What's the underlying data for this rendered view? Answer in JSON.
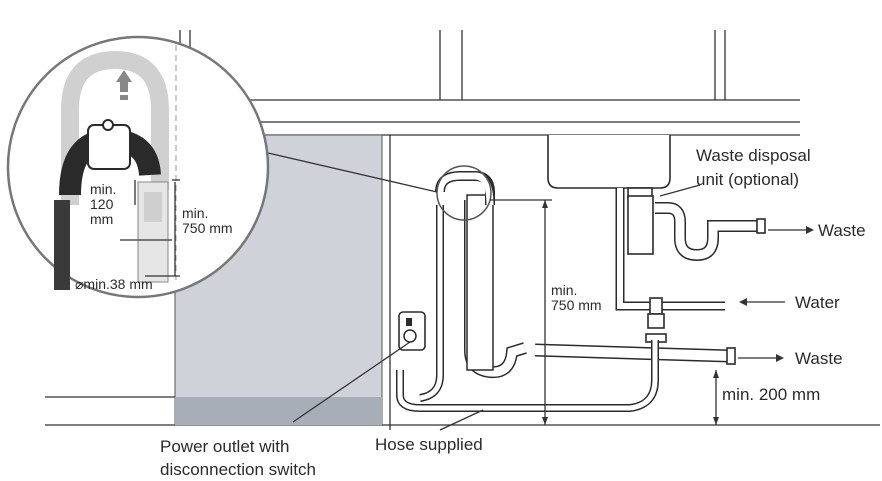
{
  "labels": {
    "waste_disposal_line1": "Waste disposal",
    "waste_disposal_line2": "unit (optional)",
    "waste_top": "Waste",
    "water": "Water",
    "waste_bottom": "Waste",
    "min_200": "min. 200 mm",
    "min_750_main_1": "min.",
    "min_750_main_2": "750 mm",
    "hose_supplied": "Hose supplied",
    "power_outlet_line1": "Power outlet with",
    "power_outlet_line2": "disconnection switch",
    "inset_min120_1": "min.",
    "inset_min120_2": "120",
    "inset_min120_3": "mm",
    "inset_min750_1": "min.",
    "inset_min750_2": "750 mm",
    "inset_diameter": "⌀min.38 mm"
  },
  "icons": [
    "up-arrow-icon",
    "arrow-right-icon",
    "arrow-left-icon"
  ],
  "colors": {
    "dishwasher_panel": "#cfd3d9",
    "dishwasher_base": "#a8aeb8",
    "hose_dark": "#2a2a2a",
    "line": "#333333"
  }
}
